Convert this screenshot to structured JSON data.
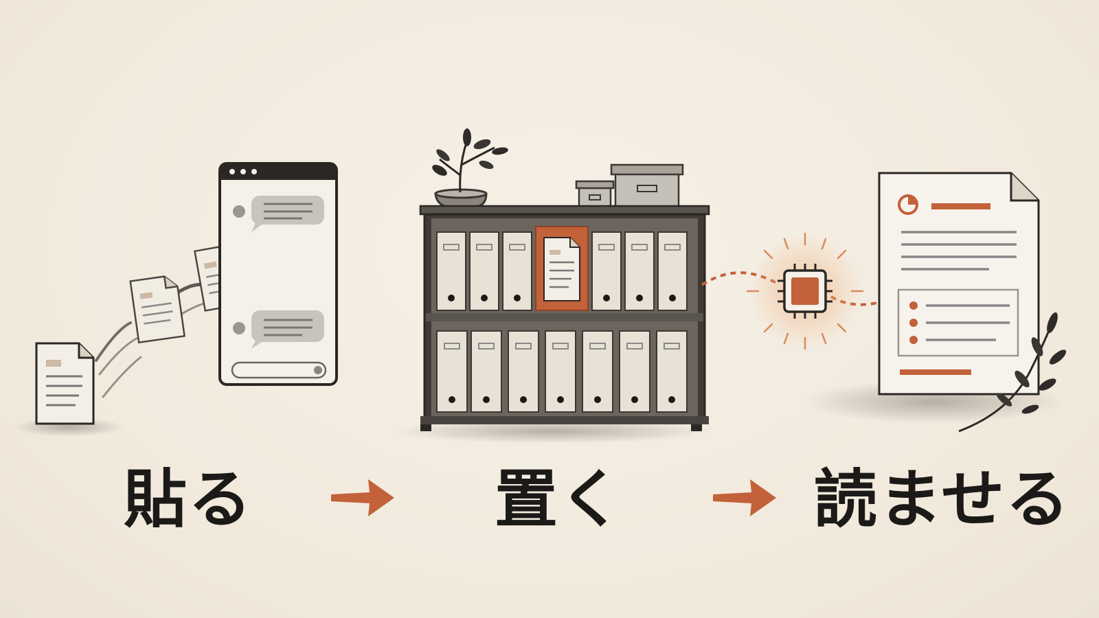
{
  "steps": [
    {
      "label": "貼る",
      "icon": "paste-to-chat-illustration"
    },
    {
      "label": "置く",
      "icon": "bookshelf-binders-illustration"
    },
    {
      "label": "読ませる",
      "icon": "ai-chip-report-illustration"
    }
  ],
  "arrows": [
    "arrow-right-icon",
    "arrow-right-icon"
  ],
  "colors": {
    "background": "#f3ece0",
    "ink": "#1c1a18",
    "accent": "#c2613a",
    "binder": "#e8e2d6",
    "shelf": "#4a4440"
  }
}
